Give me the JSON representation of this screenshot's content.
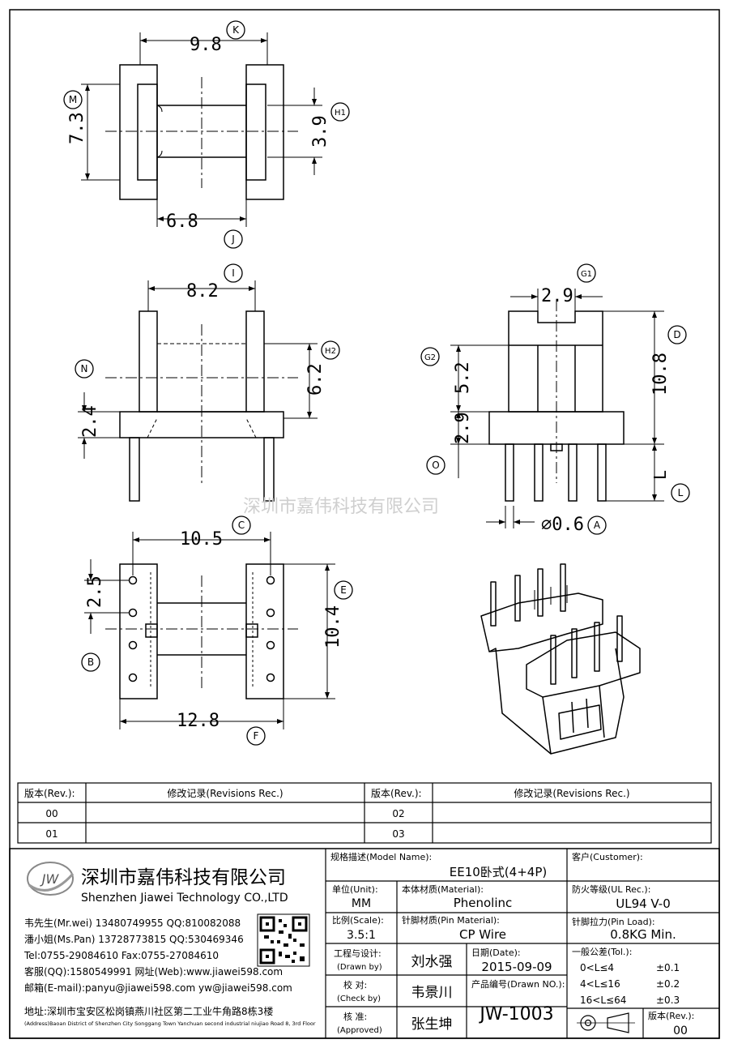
{
  "watermark": "深圳市嘉伟科技有限公司",
  "dims": {
    "top": {
      "width": "9.8",
      "height": "7.3",
      "window": "3.9",
      "inner": "6.8"
    },
    "front": {
      "width": "8.2",
      "height": "6.2",
      "base": "2.4"
    },
    "side": {
      "top": "2.9",
      "mid": "5.2",
      "base": "2.9",
      "total": "10.8",
      "pin_len": "L",
      "pin_dia": "⌀0.6"
    },
    "bottom": {
      "width": "10.5",
      "pitch": "2.5",
      "height": "10.4",
      "total": "12.8"
    }
  },
  "callouts": {
    "K": "K",
    "M": "M",
    "H1": "H1",
    "J": "J",
    "I": "I",
    "H2": "H2",
    "N": "N",
    "G1": "G1",
    "G2": "G2",
    "D": "D",
    "O": "O",
    "L": "L",
    "A": "A",
    "C": "C",
    "E": "E",
    "B": "B",
    "F": "F"
  },
  "revisions": {
    "h_rev": "版本(Rev.):",
    "h_rec": "修改记录(Revisions Rec.)",
    "r1a": "00",
    "r1b": "02",
    "r2a": "01",
    "r2b": "03"
  },
  "company": {
    "logo": "JW",
    "name_cn": "深圳市嘉伟科技有限公司",
    "name_en": "Shenzhen Jiawei Technology CO.,LTD",
    "c1": "韦先生(Mr.wei) 13480749955 QQ:810082088",
    "c2": "潘小姐(Ms.Pan) 13728773815 QQ:530469346",
    "c3": "Tel:0755-29084610      Fax:0755-27084610",
    "c4": "客服(QQ):1580549991   网址(Web):www.jiawei598.com",
    "c5": "邮箱(E-mail):panyu@jiawei598.com  yw@jiawei598.com",
    "addr_cn": "地址:深圳市宝安区松岗镇燕川社区第二工业牛角路8栋3楼",
    "addr_en": "(Address)Baoan District of Shenzhen City Songgang Town Yanchuan  second industrial niujiao Road 8, 3rd Floor"
  },
  "title_block": {
    "model_label": "规格描述(Model Name):",
    "model": "EE10卧式(4+4P)",
    "customer_label": "客户(Customer):",
    "unit_label": "单位(Unit):",
    "unit": "MM",
    "material_label": "本体材质(Material):",
    "material": "Phenolinc",
    "ul_label": "防火等级(UL Rec.):",
    "ul": "UL94 V-0",
    "scale_label": "比例(Scale):",
    "scale": "3.5:1",
    "pin_mat_label": "针脚材质(Pin Material):",
    "pin_mat": "CP Wire",
    "pin_load_label": "针脚拉力(Pin Load):",
    "pin_load": "0.8KG Min.",
    "drawn_label": "工程与设计:",
    "drawn_sub": "(Drawn by)",
    "drawn": "刘水强",
    "date_label": "日期(Date):",
    "date": "2015-09-09",
    "tol_label": "一般公差(Tol.):",
    "tol1": "0<L≤4",
    "tol1v": "±0.1",
    "tol2": "4<L≤16",
    "tol2v": "±0.2",
    "tol3": "16<L≤64",
    "tol3v": "±0.3",
    "check_label": "校  对:",
    "check_sub": "(Check by)",
    "check": "韦景川",
    "drawn_no_label": "产品编号(Drawn NO.):",
    "drawn_no": "JW-1003",
    "approve_label": "核  准:",
    "approve_sub": "(Approved)",
    "approve": "张生坤",
    "rev_label": "版本(Rev.):",
    "rev": "00"
  }
}
